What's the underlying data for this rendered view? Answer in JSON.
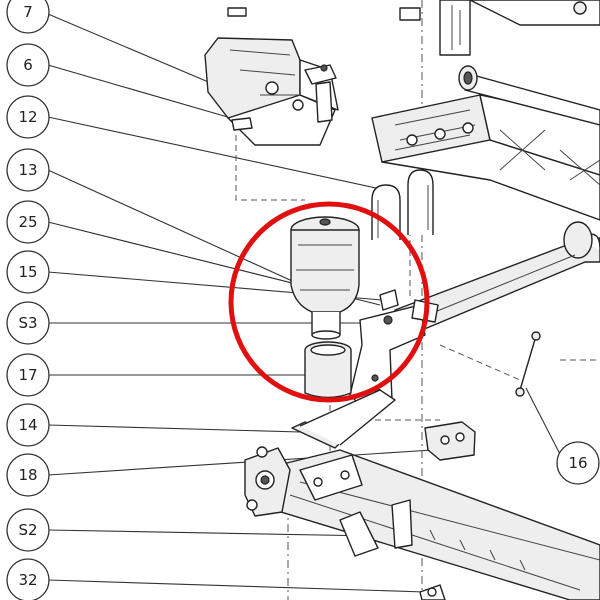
{
  "callouts": [
    {
      "id": "c7",
      "label": "7"
    },
    {
      "id": "c6",
      "label": "6"
    },
    {
      "id": "c12",
      "label": "12"
    },
    {
      "id": "c13",
      "label": "13"
    },
    {
      "id": "c25",
      "label": "25"
    },
    {
      "id": "c15",
      "label": "15"
    },
    {
      "id": "cS3",
      "label": "S3"
    },
    {
      "id": "c17",
      "label": "17"
    },
    {
      "id": "c14",
      "label": "14"
    },
    {
      "id": "c18",
      "label": "18"
    },
    {
      "id": "cS2",
      "label": "S2"
    },
    {
      "id": "c32",
      "label": "32"
    },
    {
      "id": "c16",
      "label": "16"
    }
  ],
  "highlight": {
    "color": "#e01010"
  }
}
